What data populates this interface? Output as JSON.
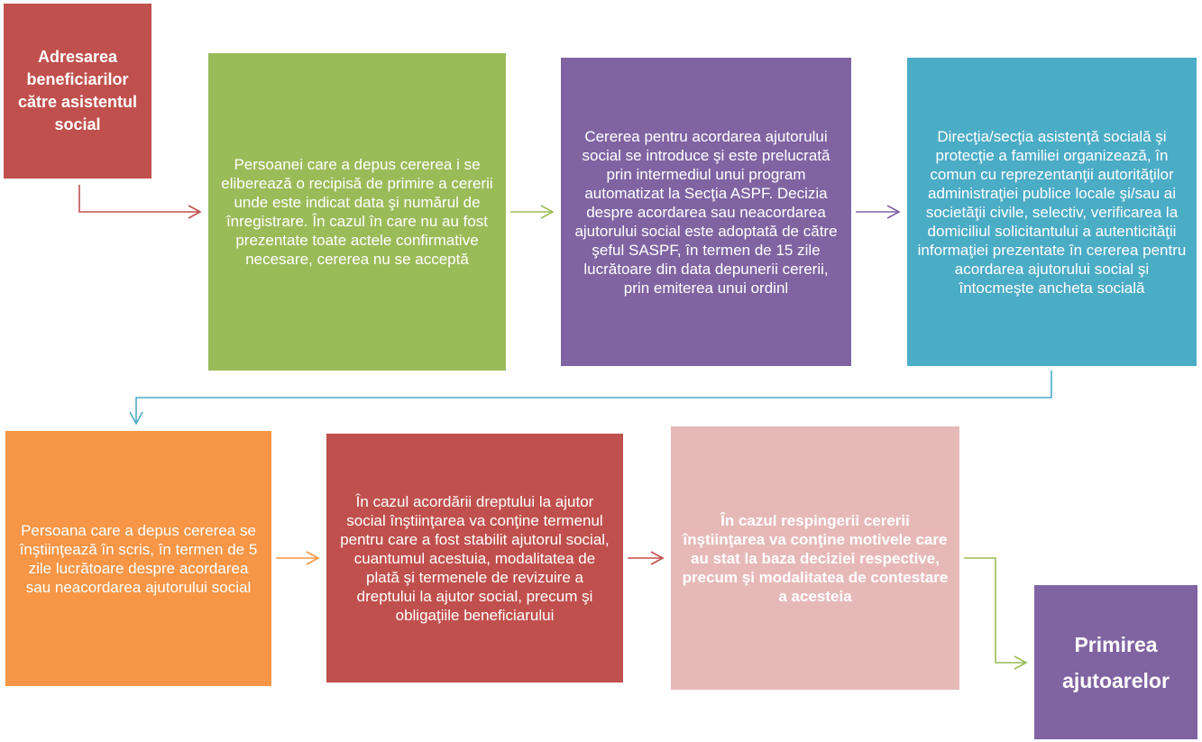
{
  "colors": {
    "red": "#C0504D",
    "green": "#9BBB59",
    "purple": "#8064A2",
    "teal": "#4BACC6",
    "orange": "#F79646",
    "pink": "#E6B9B8"
  },
  "steps": [
    {
      "text": "Adresarea beneficiarilor către asistentul social"
    },
    {
      "text": "Persoanei care a depus cererea i se eliberează o recipisă de primire a cererii unde este indicat data şi numărul de înregistrare. În cazul în care nu au fost prezentate toate actele confirmative necesare, cererea nu se acceptă"
    },
    {
      "text": "Cererea pentru acordarea ajutorului social se introduce şi este prelucrată prin intermediul unui program automatizat la Secţia ASPF. Decizia despre acordarea sau neacordarea ajutorului social este adoptată de către şeful SASPF, în termen de 15 zile lucrătoare din data depunerii cererii, prin emiterea unui ordinl"
    },
    {
      "text": "Direcţia/secţia asistenţă socială şi protecţie a familiei organizează, în comun cu reprezentanţii autorităţilor administraţiei publice locale şi/sau ai societăţii civile, selectiv, verificarea la domiciliul solicitantului a autenticităţii informaţiei prezentate în cererea pentru acordarea ajutorului social şi întocmeşte ancheta socială"
    },
    {
      "text": "Persoana care a depus cererea se înştiinţează în scris, în termen de 5 zile lucrătoare despre acordarea sau neacordarea ajutorului social"
    },
    {
      "text": "În cazul acordării dreptului la ajutor social înştiinţarea va conţine termenul pentru care a fost stabilit ajutorul social, cuantumul acestuia, modalitatea de plată şi termenele de revizuire a dreptului la ajutor social, precum şi obligaţiile beneficiarului"
    },
    {
      "text": "În cazul respingerii cererii înştiinţarea va conţine motivele care au stat la baza deciziei respective, precum şi modalitatea de contestare a acesteia"
    },
    {
      "text": "Primirea ajutoarelor"
    }
  ]
}
